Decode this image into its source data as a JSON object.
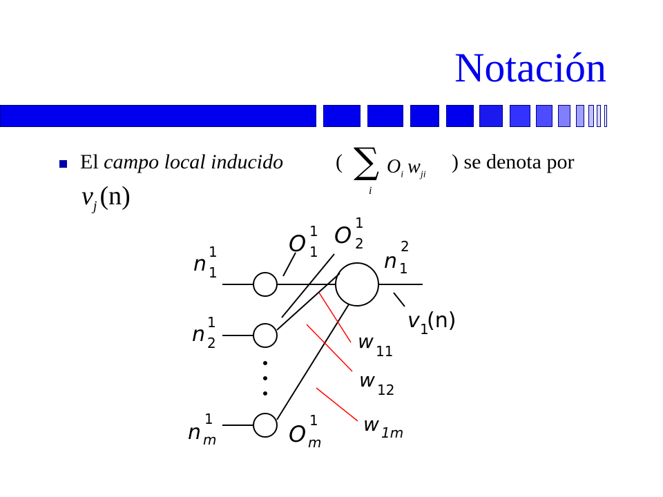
{
  "slide": {
    "title": "Notación",
    "bullet_prefix": "El ",
    "bullet_italic": "campo local inducido",
    "bullet_open": "(",
    "bullet_suffix": ") se denota por",
    "formula_sum_index": "i",
    "formula_O": "O",
    "formula_O_sub": "i",
    "formula_w": "w",
    "formula_w_sub": "ji",
    "v_symbol": "v",
    "v_sub": "j",
    "v_arg": "(n)"
  },
  "diagram": {
    "inputs": [
      {
        "n": "n",
        "sub": "1",
        "sup": "1"
      },
      {
        "n": "n",
        "sub": "2",
        "sup": "1"
      },
      {
        "n": "n",
        "sub": "m",
        "sup": "1"
      }
    ],
    "outputs_top": [
      {
        "o": "O",
        "sub": "1",
        "sup": "1"
      },
      {
        "o": "O",
        "sub": "2",
        "sup": "1"
      }
    ],
    "output_bottom": {
      "o": "O",
      "sub": "m",
      "sup": "1"
    },
    "neuron": {
      "n": "n",
      "sub": "1",
      "sup": "2"
    },
    "v_label": {
      "v": "v",
      "sub": "1",
      "arg": "(n)"
    },
    "weights": [
      {
        "w": "w",
        "sub": "11"
      },
      {
        "w": "w",
        "sub": "12"
      },
      {
        "w": "w",
        "sub": "1m"
      }
    ]
  },
  "colors": {
    "title": "#0000ee",
    "bar": "#0000ee",
    "bullet": "#0000aa",
    "weight_lines": "#ff0000"
  }
}
